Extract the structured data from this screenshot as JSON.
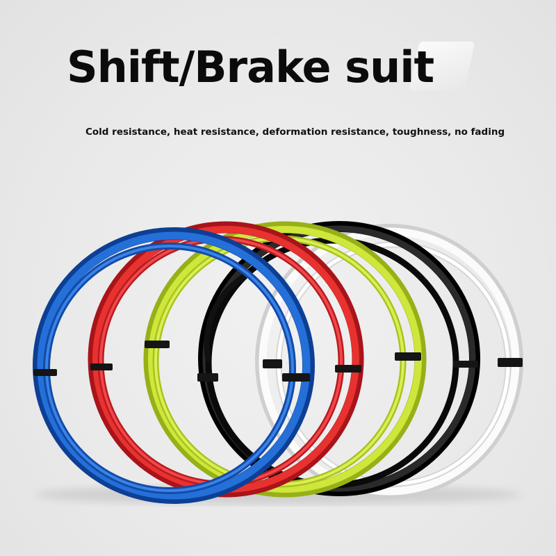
{
  "title": "Shift/Brake suit",
  "subtitle": "Cold resistance, heat resistance, deformation resistance, toughness, no fading",
  "cables": [
    {
      "name": "blue-cable",
      "color": "#1a5fc9",
      "shade": "#0d3f94"
    },
    {
      "name": "red-cable",
      "color": "#e1262b",
      "shade": "#a8141a"
    },
    {
      "name": "lime-cable",
      "color": "#c7e02c",
      "shade": "#97b018"
    },
    {
      "name": "black-cable",
      "color": "#1c1c1c",
      "shade": "#000000"
    },
    {
      "name": "white-cable",
      "color": "#fafafa",
      "shade": "#cfcfcf"
    }
  ],
  "colors": {
    "background": "#ebebeb",
    "zip_tie": "#151515",
    "title": "#0b0b0b"
  }
}
